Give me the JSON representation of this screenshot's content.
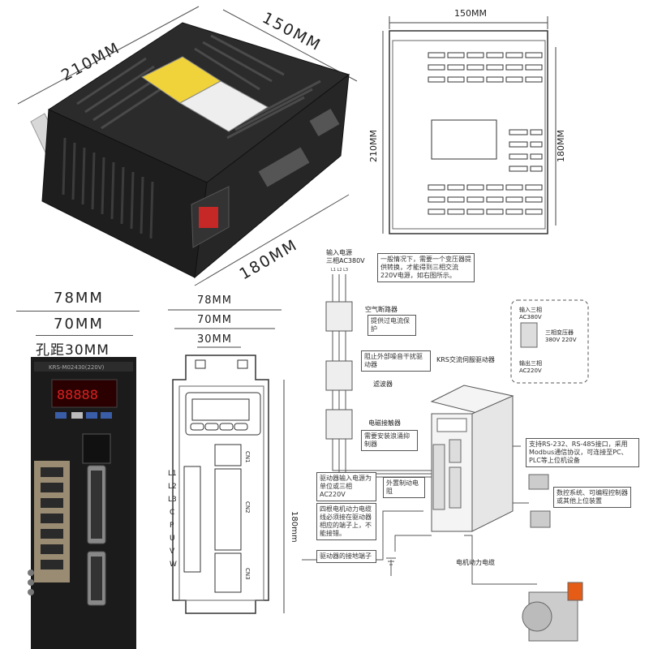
{
  "photo_top": {
    "dim_width": "210MM",
    "dim_depth": "150MM",
    "dim_length": "180MM"
  },
  "front_view": {
    "dim_total": "78MM",
    "dim_inner": "70MM",
    "dim_hole": "孔距30MM",
    "model_label": "KRS-M02430(220V)"
  },
  "side_drawing": {
    "width_label": "150MM",
    "height_label_left": "210MM",
    "height_label_right": "180MM"
  },
  "front_drawing": {
    "dim_78": "78MM",
    "dim_70": "70MM",
    "dim_30": "30MM",
    "height_label": "180mm",
    "terminals": [
      "L1",
      "L2",
      "L3",
      "C",
      "P",
      "U",
      "V",
      "W"
    ],
    "connectors": [
      "CN1",
      "CN2",
      "CN3"
    ]
  },
  "wiring": {
    "input_power": "输入电源\n三相AC380V",
    "phase_labels": "L1 L2 L3",
    "note_transformer": "一般情况下，需要一个变压器提供转换，才能得到三相交流220V电源，如右图所示。",
    "breaker_label": "空气断路器",
    "breaker_note": "提供过电流保护",
    "filter_note": "阻止外部噪音干扰驱动器",
    "filter_label": "滤波器",
    "contactor_label": "电磁接触器",
    "contactor_note": "需要安装浪涌抑制器",
    "driver_title": "KRS交流伺服驱动器",
    "transformer_in": "输入三相\nAC380V",
    "transformer_label": "三相变压器\n380V 220V",
    "transformer_out": "输出三相\nAC220V",
    "comm_note": "支持RS-232、RS-485接口，采用Modbus通信协议，可连接至PC、PLC等上位机设备",
    "brake_resistor": "外置制动电阻",
    "power_input_note": "驱动器输入电源为单位或三相AC220V",
    "motor_cable_note": "四根电机动力电缆线必须接在驱动器相应的端子上，不能接错。",
    "cnc_note": "数控系统、可编程控制器或其他上位装置",
    "ground_note": "驱动器的接地端子",
    "motor_cable_label": "电机动力电缆"
  }
}
